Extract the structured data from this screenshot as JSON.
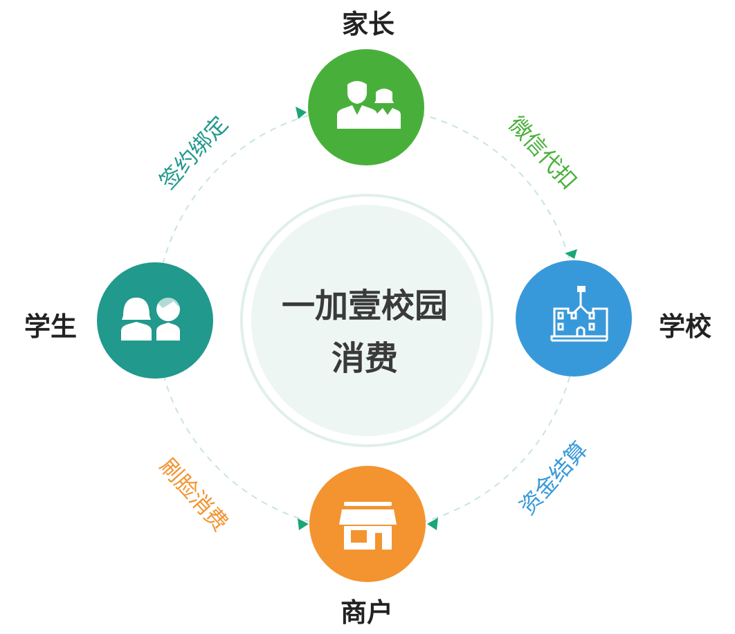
{
  "center": {
    "line1": "一加壹校园",
    "line2": "消费"
  },
  "nodes": {
    "parent": {
      "label": "家长",
      "icon": "parents-icon",
      "color": "#48b03a"
    },
    "school": {
      "label": "学校",
      "icon": "school-building-icon",
      "color": "#3899da"
    },
    "merchant": {
      "label": "商户",
      "icon": "storefront-icon",
      "color": "#f39431"
    },
    "student": {
      "label": "学生",
      "icon": "students-icon",
      "color": "#21998c"
    }
  },
  "flows": {
    "sign": {
      "label": "签约绑定",
      "color": "#21998c"
    },
    "wechat": {
      "label": "微信代扣",
      "color": "#48b03a"
    },
    "settle": {
      "label": "资金结算",
      "color": "#3899da"
    },
    "face": {
      "label": "刷脸消费",
      "color": "#f39431"
    }
  },
  "arrow_color": "#1aa67a",
  "ring_color": "#c8e4df"
}
